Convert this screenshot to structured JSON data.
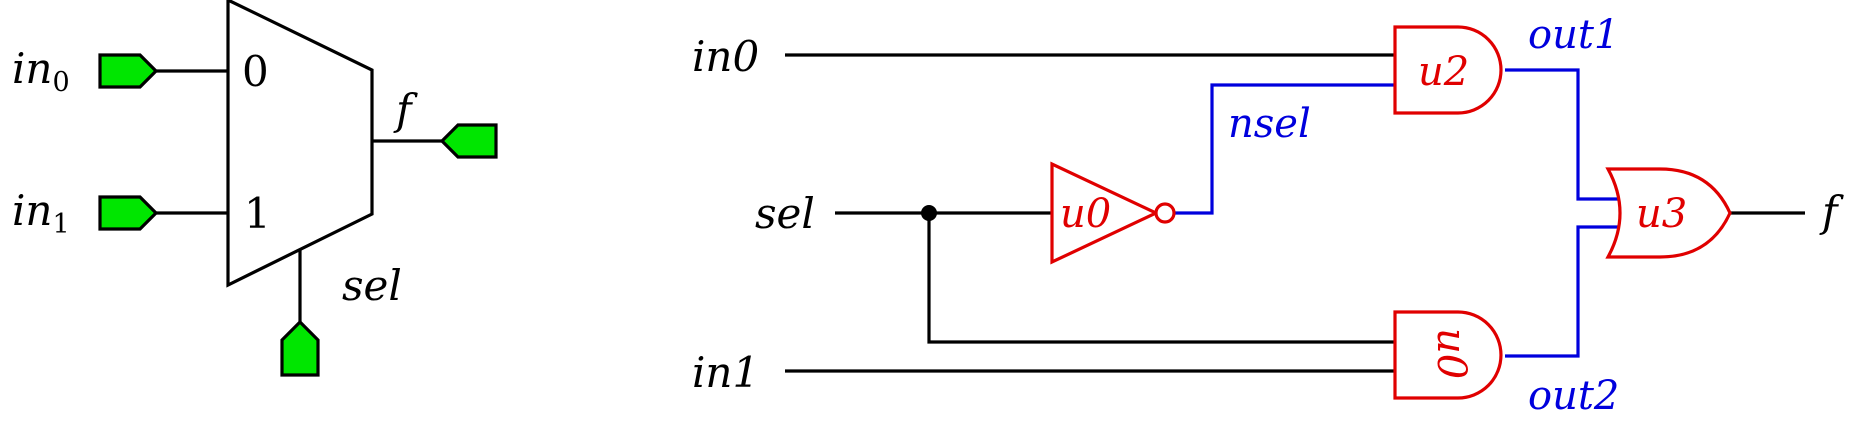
{
  "mux_symbol": {
    "inputs": [
      {
        "name": "in",
        "sub": "0",
        "port_label": "0"
      },
      {
        "name": "in",
        "sub": "1",
        "port_label": "1"
      }
    ],
    "output": "f",
    "select": "sel"
  },
  "gate_circuit": {
    "inputs": [
      "in0",
      "sel",
      "in1"
    ],
    "output": "f",
    "gates": [
      {
        "type": "not",
        "label": "u0"
      },
      {
        "type": "and",
        "label": "u2"
      },
      {
        "type": "and",
        "label": "u0"
      },
      {
        "type": "or",
        "label": "u3"
      }
    ],
    "nets": [
      "nsel",
      "out1",
      "out2"
    ]
  },
  "colors": {
    "wire": "#000000",
    "net": "#0000dd",
    "gate": "#e00000",
    "port_fill": "#00e600"
  }
}
